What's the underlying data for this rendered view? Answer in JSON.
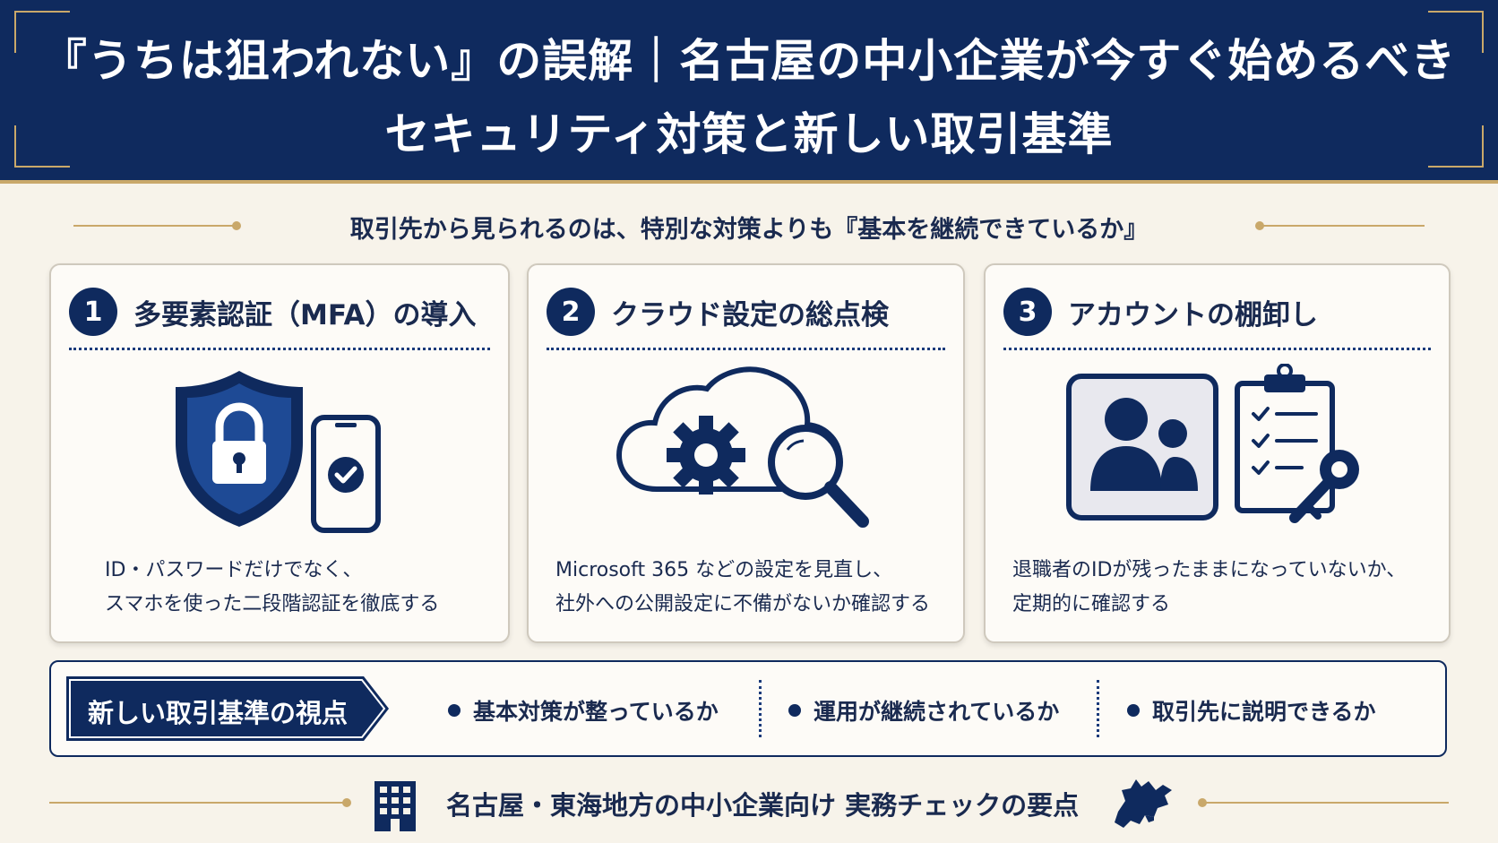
{
  "header": {
    "title_line1": "『うちは狙われない』の誤解｜名古屋の中小企業が今すぐ始めるべき",
    "title_line2": "セキュリティ対策と新しい取引基準"
  },
  "subtitle": "取引先から見られるのは、特別な対策よりも『基本を継続できているか』",
  "cards": [
    {
      "number": "1",
      "title": "多要素認証（MFA）の導入",
      "icon": "shield-lock-phone-check-icon",
      "desc_line1": "ID・パスワードだけでなく、",
      "desc_line2": "スマホを使った二段階認証を徹底する"
    },
    {
      "number": "2",
      "title": "クラウド設定の総点検",
      "icon": "cloud-gear-magnifier-icon",
      "desc_line1": "Microsoft 365 などの設定を見直し、",
      "desc_line2": "社外への公開設定に不備がないか確認する"
    },
    {
      "number": "3",
      "title": "アカウントの棚卸し",
      "icon": "users-checklist-key-icon",
      "desc_line1": "退職者のIDが残ったままになっていないか、",
      "desc_line2": "定期的に確認する"
    }
  ],
  "criteria": {
    "label": "新しい取引基準の視点",
    "items": [
      "基本対策が整っているか",
      "運用が継続されているか",
      "取引先に説明できるか"
    ]
  },
  "footer": {
    "text": "名古屋・東海地方の中小企業向け 実務チェックの要点",
    "left_icon": "building-icon",
    "right_icon": "map-region-icon"
  },
  "colors": {
    "navy": "#0f2a5e",
    "gold": "#c9a86a",
    "background": "#f7f3ea"
  }
}
